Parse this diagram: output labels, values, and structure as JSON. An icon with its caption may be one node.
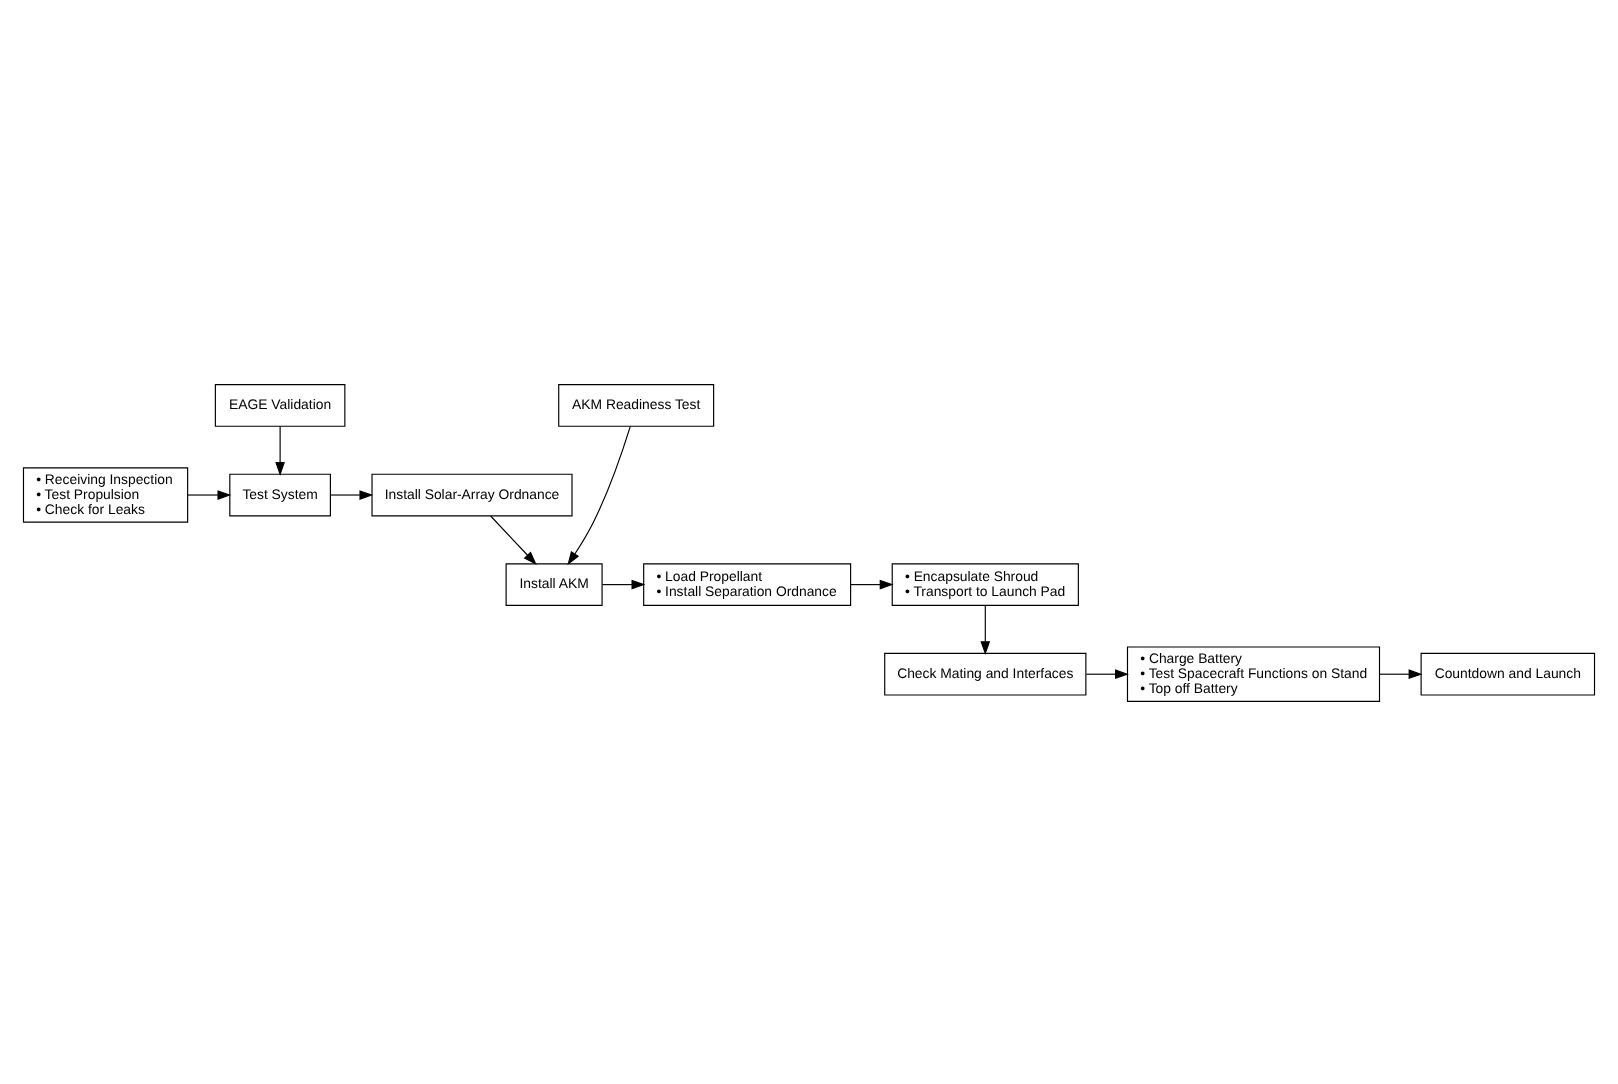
{
  "diagram": {
    "nodes": [
      {
        "text": [
          "• Receiving Inspection",
          "• Test Propulsion",
          "• Check for Leaks"
        ]
      },
      {
        "text": [
          "EAGE Validation"
        ]
      },
      {
        "text": [
          "Test System"
        ]
      },
      {
        "text": [
          "Install Solar-Array Ordnance"
        ]
      },
      {
        "text": [
          "AKM Readiness Test"
        ]
      },
      {
        "text": [
          "Install AKM"
        ]
      },
      {
        "text": [
          "• Load Propellant",
          "• Install Separation Ordnance"
        ]
      },
      {
        "text": [
          "• Encapsulate Shroud",
          "• Transport to Launch Pad"
        ]
      },
      {
        "text": [
          "Check Mating and Interfaces"
        ]
      },
      {
        "text": [
          "• Charge Battery",
          "• Test Spacecraft Functions on Stand",
          "• Top off Battery"
        ]
      },
      {
        "text": [
          "Countdown and Launch"
        ]
      }
    ],
    "edges": [
      {
        "from": 0,
        "to": 2,
        "arrow": "to"
      },
      {
        "from": 1,
        "to": 2,
        "arrow": "to"
      },
      {
        "from": 2,
        "to": 3,
        "arrow": "to"
      },
      {
        "from": 3,
        "to": 5,
        "arrow": "to"
      },
      {
        "from": 4,
        "to": 5,
        "arrow": "to"
      },
      {
        "from": 5,
        "to": 6,
        "arrow": "to"
      },
      {
        "from": 6,
        "to": 7,
        "arrow": "to"
      },
      {
        "from": 7,
        "to": 8,
        "arrow": "to"
      },
      {
        "from": 8,
        "to": 9,
        "arrow": "to"
      },
      {
        "from": 9,
        "to": 10,
        "arrow": "to"
      }
    ]
  }
}
